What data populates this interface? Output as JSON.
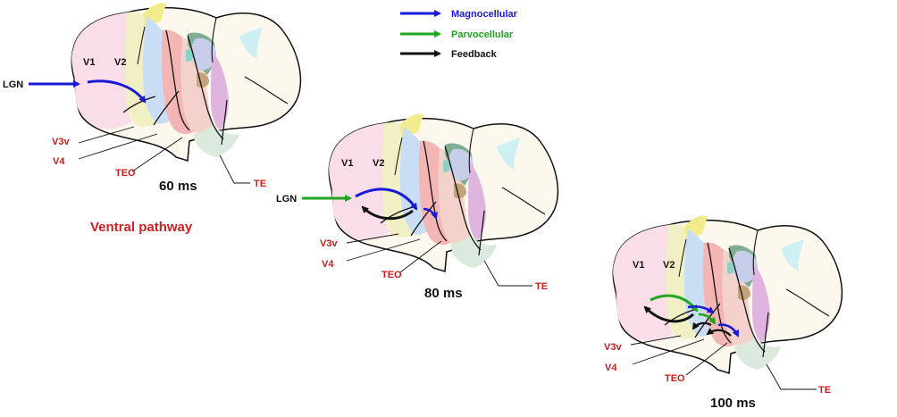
{
  "title": "Ventral pathway",
  "legend": [
    {
      "label": "Magnocellular",
      "color": "#1a1ad6"
    },
    {
      "label": "Parvocellular",
      "color": "#1fa51f"
    },
    {
      "label": "Feedback",
      "color": "#111111"
    }
  ],
  "panels": [
    {
      "time": "60 ms",
      "areas": {
        "v1": "V1",
        "v2": "V2",
        "lgn": "LGN",
        "v3v": "V3v",
        "v4": "V4",
        "teo": "TEO",
        "te": "TE"
      }
    },
    {
      "time": "80 ms",
      "areas": {
        "v1": "V1",
        "v2": "V2",
        "lgn": "LGN",
        "v3v": "V3v",
        "v4": "V4",
        "teo": "TEO",
        "te": "TE"
      }
    },
    {
      "time": "100 ms",
      "areas": {
        "v1": "V1",
        "v2": "V2",
        "v3v": "V3v",
        "v4": "V4",
        "teo": "TEO",
        "te": "TE"
      }
    }
  ],
  "colors": {
    "v1": "#f9dde8",
    "v2": "#f1efc4",
    "v3": "#c9def4",
    "v4": "#f3b6b4",
    "teo": "#f2d2cb",
    "te": "#dbeadc",
    "mt": "#c8cde9",
    "it": "#dfb5e0",
    "sts": "#7fae93",
    "teal": "#8dd0c8",
    "tan": "#c4a27c",
    "yellow": "#f3ec8c",
    "cyan": "#cdf1f3",
    "outline": "#111111",
    "cortex": "#fdf8ee"
  }
}
